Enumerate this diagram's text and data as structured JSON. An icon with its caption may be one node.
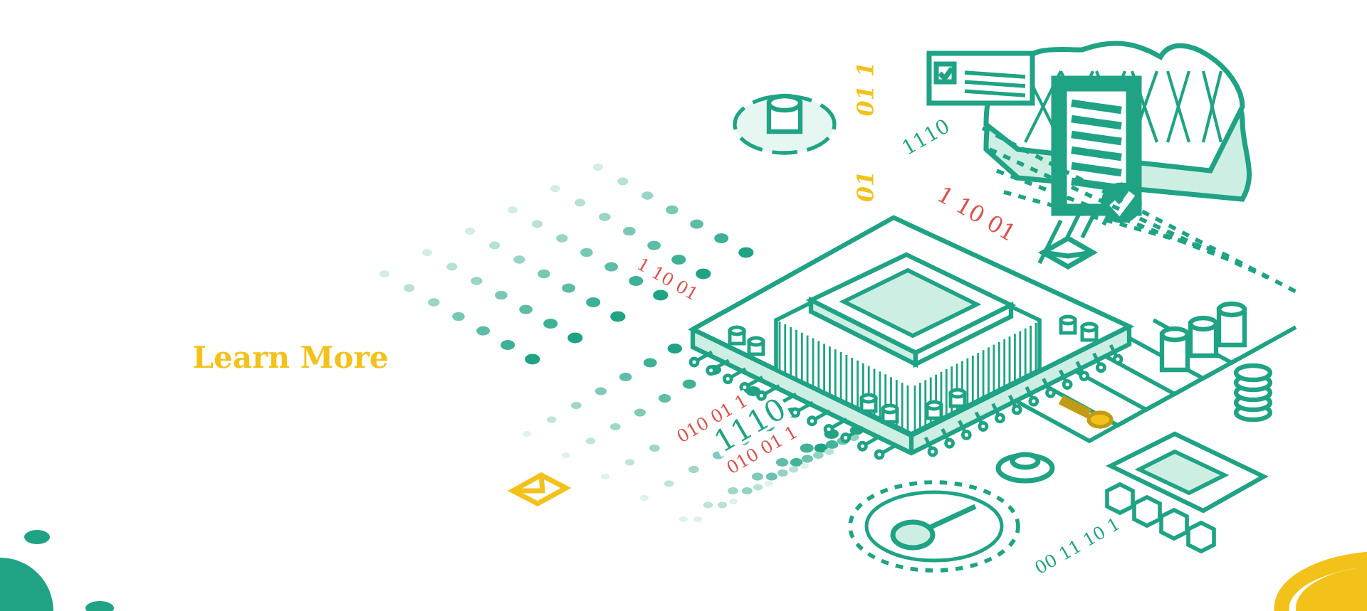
{
  "diagram": {
    "labels": [
      "01 1",
      "01",
      "1110",
      "1 10 01",
      "Learn More",
      "1 10 01",
      "010 01 1",
      "1110",
      "010 01 1",
      "00 11 10 1"
    ]
  }
}
